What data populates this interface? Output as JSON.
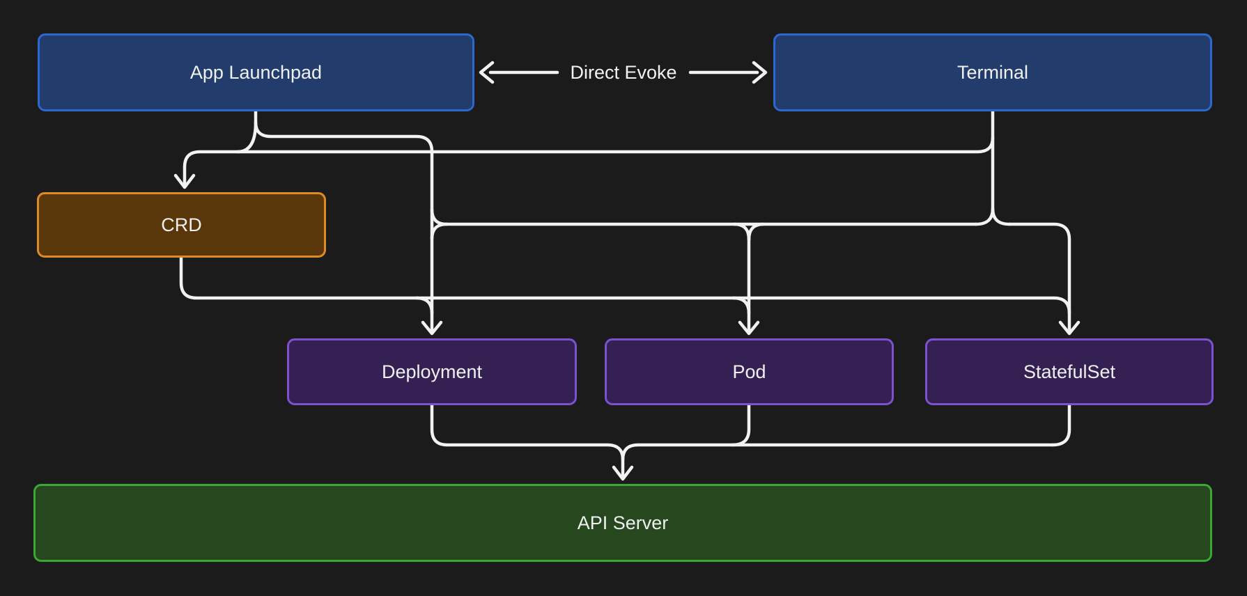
{
  "canvas": {
    "background": "#1b1b1b",
    "line_color": "#f2f2f2",
    "text_color": "#f0f0f0"
  },
  "nodes": {
    "app_launchpad": {
      "label": "App Launchpad",
      "fill": "#223c6b",
      "border": "#2d68cf"
    },
    "terminal": {
      "label": "Terminal",
      "fill": "#223c6b",
      "border": "#2d68cf"
    },
    "crd": {
      "label": "CRD",
      "fill": "#5a370b",
      "border": "#e08a24"
    },
    "deployment": {
      "label": "Deployment",
      "fill": "#342053",
      "border": "#7c52cf"
    },
    "pod": {
      "label": "Pod",
      "fill": "#342053",
      "border": "#7c52cf"
    },
    "statefulset": {
      "label": "StatefulSet",
      "fill": "#342053",
      "border": "#7c52cf"
    },
    "api_server": {
      "label": "API Server",
      "fill": "#27481f",
      "border": "#3aa832"
    }
  },
  "edge_label": "Direct Evoke",
  "connections": [
    {
      "from": "App Launchpad",
      "to": "Terminal",
      "type": "bidirectional",
      "label": "Direct Evoke"
    },
    {
      "from": "App Launchpad",
      "to": "CRD",
      "type": "arrow"
    },
    {
      "from": "Terminal",
      "to": "CRD",
      "type": "arrow"
    },
    {
      "from": "App Launchpad",
      "to": "Deployment",
      "type": "arrow"
    },
    {
      "from": "Terminal",
      "to": "Deployment",
      "type": "arrow"
    },
    {
      "from": "Terminal",
      "to": "Pod",
      "type": "arrow"
    },
    {
      "from": "Terminal",
      "to": "StatefulSet",
      "type": "arrow"
    },
    {
      "from": "CRD",
      "to": "Deployment",
      "type": "arrow"
    },
    {
      "from": "CRD",
      "to": "Pod",
      "type": "arrow"
    },
    {
      "from": "CRD",
      "to": "StatefulSet",
      "type": "arrow"
    },
    {
      "from": "Deployment",
      "to": "API Server",
      "type": "arrow"
    },
    {
      "from": "Pod",
      "to": "API Server",
      "type": "arrow"
    },
    {
      "from": "StatefulSet",
      "to": "API Server",
      "type": "arrow"
    }
  ]
}
